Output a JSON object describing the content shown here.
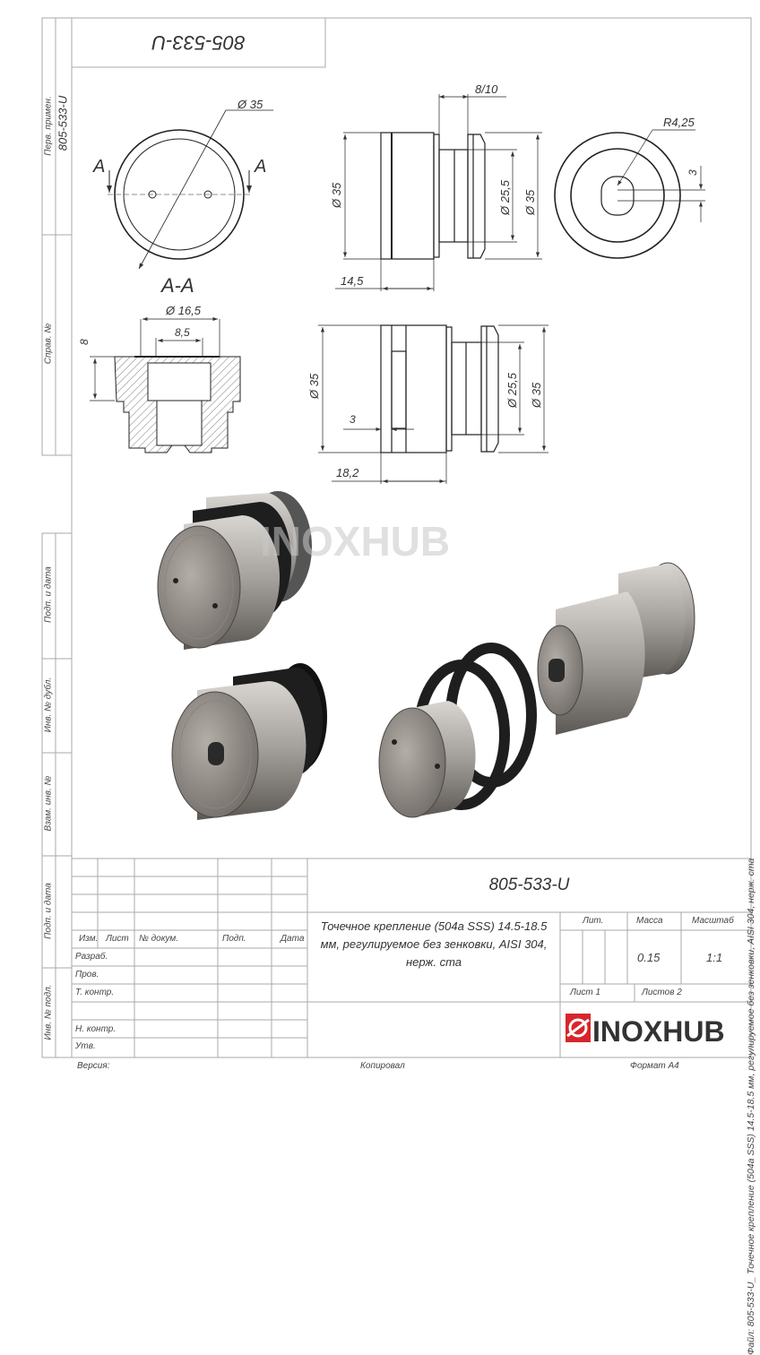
{
  "document": {
    "code": "805-533-U",
    "code_rotated": "805-533-U",
    "description": "Точечное крепление (504a SSS) 14.5-18.5 мм, регулируемое без зенковки, AISI 304, нерж. ста",
    "side_file_label": "Файл: 805-533-U_ Точечное крепление (504a SSS) 14.5-18.5 мм, регулируемое без зенковки, AISI 304, нерж. ста",
    "watermark": "INOXHUB"
  },
  "sidebar": {
    "perv_primen_label": "Перв. примен.",
    "perv_primen_value": "805-533-U",
    "sprav_label": "Справ. №",
    "podp_data_1": "Подп. и дата",
    "inv_dubl": "Инв. № дубл.",
    "vzam_inv": "Взам. инв. №",
    "podp_data_2": "Подп. и дата",
    "inv_podl": "Инв. № подл."
  },
  "dimensions": {
    "top_view_dia": "Ø 35",
    "section_mark": "A",
    "section_title": "A-A",
    "side1_dia_left": "Ø 35",
    "side1_gap": "8/10",
    "side1_inner_dia": "Ø 25,5",
    "side1_outer_dia": "Ø 35",
    "side1_length": "14,5",
    "end_radius": "R4,25",
    "end_slot": "3",
    "sec_dia": "Ø 16,5",
    "sec_inner": "8,5",
    "sec_depth": "8",
    "side2_dia_left": "Ø 35",
    "side2_slot": "3",
    "side2_inner_dia": "Ø 25,5",
    "side2_outer_dia": "Ø 35",
    "side2_length": "18,2"
  },
  "title_block": {
    "col_izm": "Изм.",
    "col_list": "Лист",
    "col_dokum": "№ докум.",
    "col_podp": "Подп.",
    "col_data": "Дата",
    "row_razrab": "Разраб.",
    "row_prov": "Пров.",
    "row_tkontr": "Т. контр.",
    "row_nkontr": "Н. контр.",
    "row_utv": "Утв.",
    "lit_label": "Лит.",
    "massa_label": "Масса",
    "masshtab_label": "Масштаб",
    "massa_value": "0.15",
    "masshtab_value": "1:1",
    "list": "Лист 1",
    "listov": "Листов 2",
    "logo_text": "INOXHUB",
    "logo_color": "#d7262b"
  },
  "footer": {
    "version": "Версия:",
    "copied": "Копировал",
    "format": "Формат А4"
  }
}
